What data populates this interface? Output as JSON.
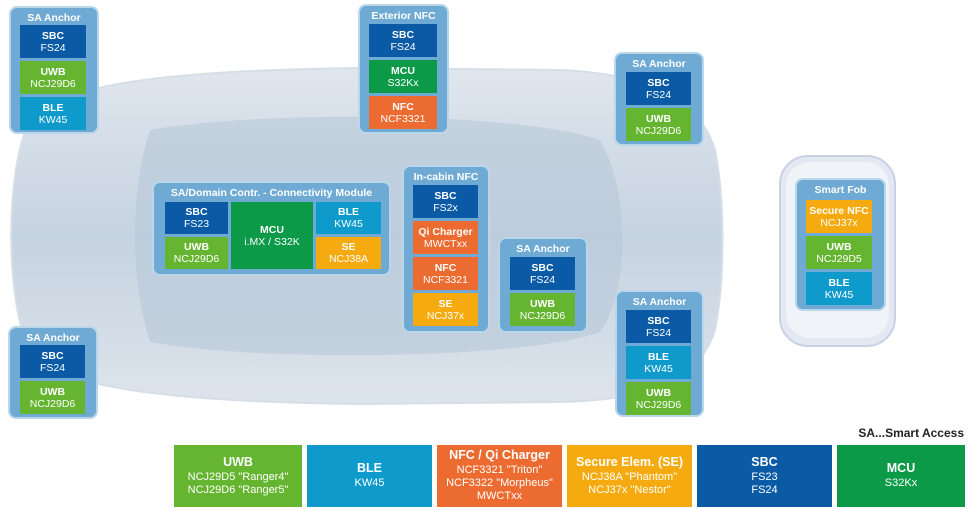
{
  "colors": {
    "SBC": "#0b5aa6",
    "UWB": "#65b531",
    "BLE": "#0e9bcb",
    "NFC": "#ec6b30",
    "SE": "#f5ab0f",
    "MCU": "#0c9a48"
  },
  "modules": [
    {
      "title": "SA Anchor",
      "blocks": [
        {
          "type": "SBC",
          "name": "SBC",
          "part": "FS24"
        },
        {
          "type": "UWB",
          "name": "UWB",
          "part": "NCJ29D6"
        },
        {
          "type": "BLE",
          "name": "BLE",
          "part": "KW45"
        }
      ]
    },
    {
      "title": "Exterior NFC",
      "blocks": [
        {
          "type": "SBC",
          "name": "SBC",
          "part": "FS24"
        },
        {
          "type": "MCU",
          "name": "MCU",
          "part": "S32Kx"
        },
        {
          "type": "NFC",
          "name": "NFC",
          "part": "NCF3321"
        }
      ]
    },
    {
      "title": "SA Anchor",
      "blocks": [
        {
          "type": "SBC",
          "name": "SBC",
          "part": "FS24"
        },
        {
          "type": "UWB",
          "name": "UWB",
          "part": "NCJ29D6"
        }
      ]
    },
    {
      "title": "SA/Domain Contr. - Connectivity Module",
      "blocks": [
        {
          "type": "SBC",
          "name": "SBC",
          "part": "FS23"
        },
        {
          "type": "UWB",
          "name": "UWB",
          "part": "NCJ29D6"
        },
        {
          "type": "MCU",
          "name": "MCU",
          "part": "i.MX / S32K"
        },
        {
          "type": "BLE",
          "name": "BLE",
          "part": "KW45"
        },
        {
          "type": "SE",
          "name": "SE",
          "part": "NCJ38A"
        }
      ]
    },
    {
      "title": "In-cabin NFC",
      "blocks": [
        {
          "type": "SBC",
          "name": "SBC",
          "part": "FS2x"
        },
        {
          "type": "NFC",
          "name": "Qi Charger",
          "part": "MWCTxx"
        },
        {
          "type": "NFC",
          "name": "NFC",
          "part": "NCF3321"
        },
        {
          "type": "SE",
          "name": "SE",
          "part": "NCJ37x"
        }
      ]
    },
    {
      "title": "SA Anchor",
      "blocks": [
        {
          "type": "SBC",
          "name": "SBC",
          "part": "FS24"
        },
        {
          "type": "UWB",
          "name": "UWB",
          "part": "NCJ29D6"
        }
      ]
    },
    {
      "title": "SA Anchor",
      "blocks": [
        {
          "type": "SBC",
          "name": "SBC",
          "part": "FS24"
        },
        {
          "type": "BLE",
          "name": "BLE",
          "part": "KW45"
        },
        {
          "type": "UWB",
          "name": "UWB",
          "part": "NCJ29D6"
        }
      ]
    },
    {
      "title": "SA Anchor",
      "blocks": [
        {
          "type": "SBC",
          "name": "SBC",
          "part": "FS24"
        },
        {
          "type": "UWB",
          "name": "UWB",
          "part": "NCJ29D6"
        }
      ]
    },
    {
      "title": "Smart Fob",
      "blocks": [
        {
          "type": "SE",
          "name": "Secure NFC",
          "part": "NCJ37x"
        },
        {
          "type": "UWB",
          "name": "UWB",
          "part": "NCJ29D5"
        },
        {
          "type": "BLE",
          "name": "BLE",
          "part": "KW45"
        }
      ]
    }
  ],
  "legend_note": "SA...Smart Access",
  "legend": [
    {
      "type": "UWB",
      "name": "UWB",
      "parts": [
        "NCJ29D5 \"Ranger4\"",
        "NCJ29D6 \"Ranger5\""
      ]
    },
    {
      "type": "BLE",
      "name": "BLE",
      "parts": [
        "KW45"
      ]
    },
    {
      "type": "NFC",
      "name": "NFC / Qi Charger",
      "parts": [
        "NCF3321 \"Triton\"",
        "NCF3322 \"Morpheus\"",
        "MWCTxx"
      ]
    },
    {
      "type": "SE",
      "name": "Secure Elem. (SE)",
      "parts": [
        "NCJ38A \"Phantom\"",
        "NCJ37x \"Nestor\""
      ]
    },
    {
      "type": "SBC",
      "name": "SBC",
      "parts": [
        "FS23",
        "FS24"
      ]
    },
    {
      "type": "MCU",
      "name": "MCU",
      "parts": [
        "S32Kx"
      ]
    }
  ]
}
